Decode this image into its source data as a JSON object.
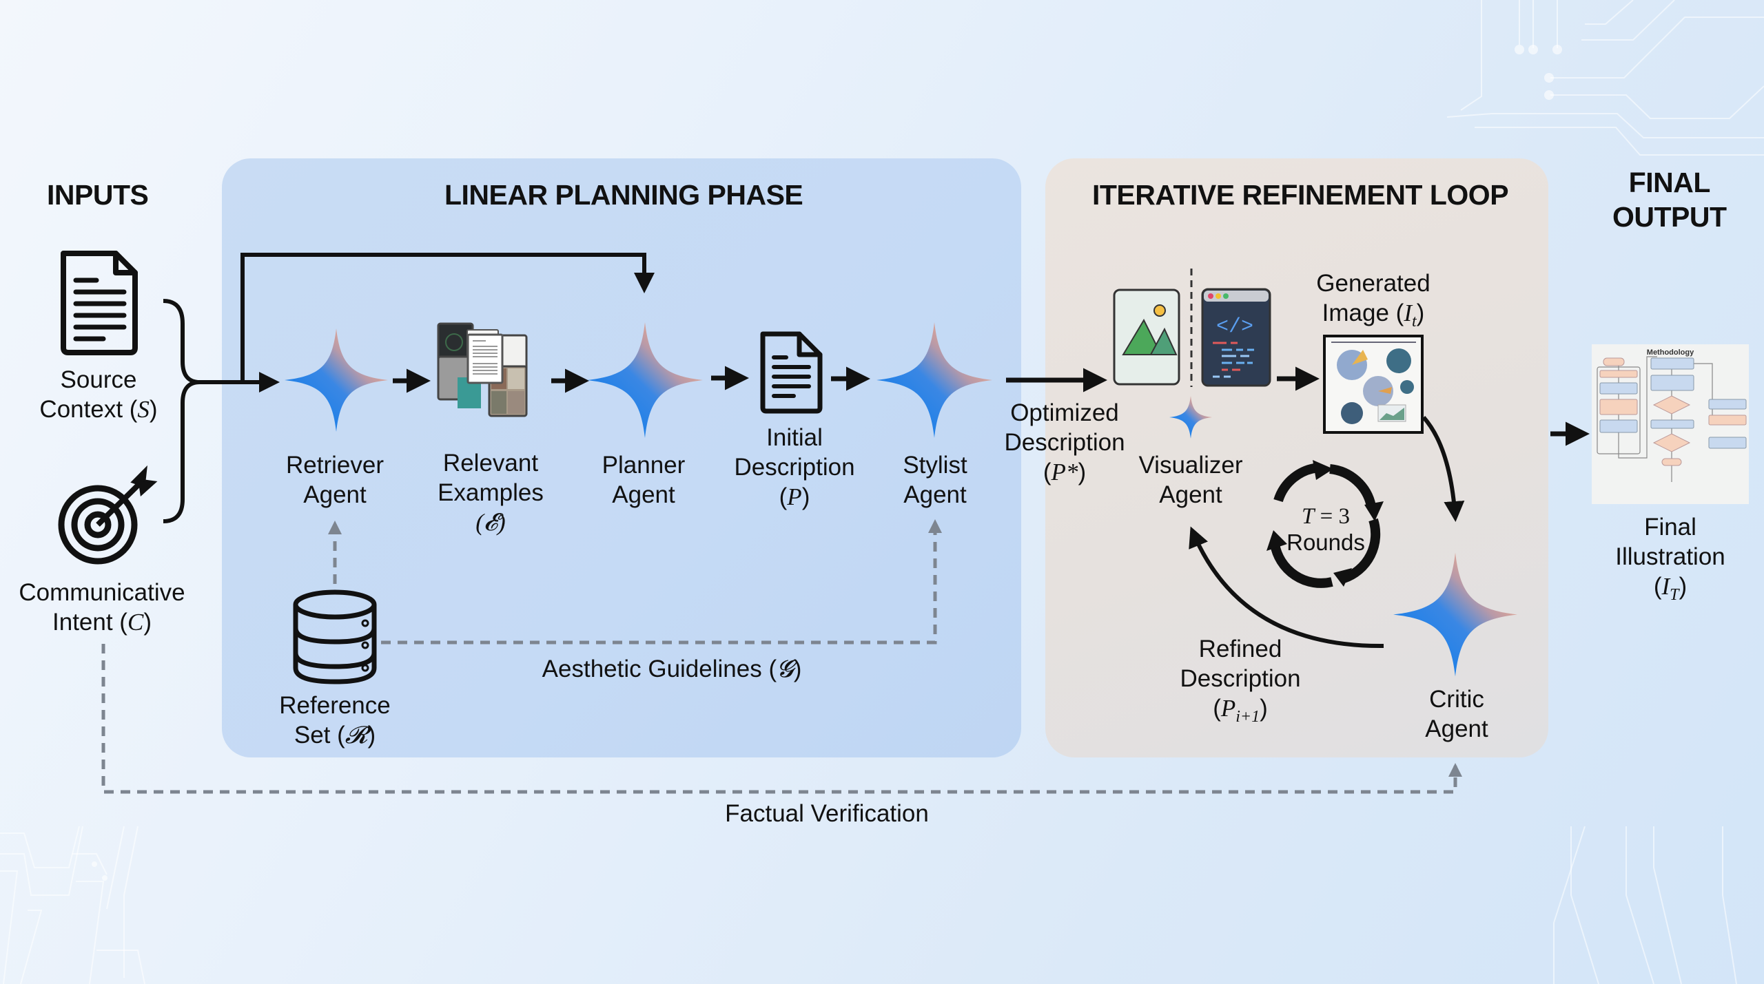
{
  "sections": {
    "inputs": "INPUTS",
    "planning": "LINEAR PLANNING PHASE",
    "refinement": "ITERATIVE REFINEMENT LOOP",
    "final_line1": "FINAL",
    "final_line2": "OUTPUT"
  },
  "inputs": {
    "source": {
      "line1": "Source",
      "line2": "Context (",
      "sym": "S",
      "close": ")",
      "icon": "document-icon"
    },
    "intent": {
      "line1": "Communicative",
      "line2": "Intent (",
      "sym": "C",
      "close": ")",
      "icon": "target-icon"
    }
  },
  "planning": {
    "retriever": {
      "line1": "Retriever",
      "line2": "Agent",
      "icon": "sparkle-icon"
    },
    "examples": {
      "line1": "Relevant",
      "line2": "Examples",
      "sym": "(𝓔)",
      "icon": "image-stack-icon"
    },
    "planner": {
      "line1": "Planner",
      "line2": "Agent",
      "icon": "sparkle-icon"
    },
    "initial": {
      "line1": "Initial",
      "line2": "Description",
      "sym_open": "(",
      "sym": "P",
      "sym_close": ")",
      "icon": "document-icon"
    },
    "stylist": {
      "line1": "Stylist",
      "line2": "Agent",
      "icon": "sparkle-icon"
    },
    "reference": {
      "line1": "Reference",
      "line2": "Set (",
      "sym": "𝓡",
      "close": ")",
      "icon": "database-icon"
    },
    "guidelines": {
      "text": "Aesthetic Guidelines (",
      "sym": "𝓖",
      "close": ")"
    }
  },
  "refinement": {
    "optimized": {
      "line1": "Optimized",
      "line2": "Description",
      "sym_open": "(",
      "sym": "P*",
      "sym_close": ")"
    },
    "visualizer": {
      "line1": "Visualizer",
      "line2": "Agent",
      "icons": [
        "image-icon",
        "code-window-icon",
        "sparkle-icon"
      ]
    },
    "generated": {
      "line1": "Generated",
      "line2": "Image (",
      "sym": "I",
      "sub": "t",
      "close": ")"
    },
    "loop": {
      "line1_sym": "T",
      "line1_rest": " = 3",
      "line2": "Rounds",
      "icon": "cycle-arrows-icon"
    },
    "refined": {
      "line1": "Refined",
      "line2": "Description",
      "sym_open": "(",
      "sym": "P",
      "sub": "i+1",
      "sym_close": ")"
    },
    "critic": {
      "line1": "Critic",
      "line2": "Agent",
      "icon": "sparkle-icon"
    }
  },
  "final": {
    "thumbnail_title": "Methodology",
    "line1": "Final",
    "line2": "Illustration",
    "sym_open": "(",
    "sym": "I",
    "sub": "T",
    "sym_close": ")"
  },
  "factual": {
    "text": "Factual Verification"
  },
  "colors": {
    "sparkle_blue": "#1a7fe8",
    "sparkle_peach": "#e8a68e",
    "arrow": "#111111",
    "dashed": "#7d8590",
    "planning_panel": "#c7dbf4",
    "refine_panel": "#e7e2df",
    "flow_blue": "#c8d9ef",
    "flow_peach": "#f6d2bd"
  }
}
